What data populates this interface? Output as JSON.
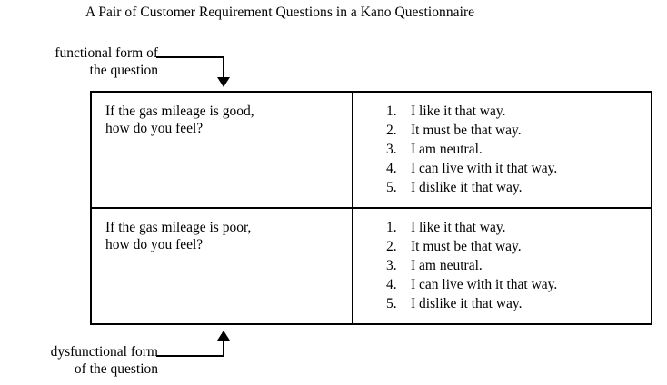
{
  "figure": {
    "title": "A Pair of Customer Requirement Questions in a Kano Questionnaire",
    "background_color": "#ffffff",
    "line_color": "#000000",
    "text_color": "#000000"
  },
  "annotations": {
    "functional": {
      "line1": "functional form of",
      "line2": "the question",
      "arrow_direction": "down",
      "points_to": "top-row"
    },
    "dysfunctional": {
      "line1": "dysfunctional form",
      "line2": "of the question",
      "arrow_direction": "up",
      "points_to": "bottom-row"
    }
  },
  "table": {
    "rows": [
      {
        "question": {
          "line1": "If the gas mileage is good,",
          "line2": "how do you feel?"
        },
        "answers": [
          {
            "num": "1.",
            "text": "I like it that way."
          },
          {
            "num": "2.",
            "text": "It must be that way."
          },
          {
            "num": "3.",
            "text": "I am neutral."
          },
          {
            "num": "4.",
            "text": "I can live with it that way."
          },
          {
            "num": "5.",
            "text": "I dislike it that way."
          }
        ]
      },
      {
        "question": {
          "line1": "If the gas mileage is poor,",
          "line2": "how do you feel?"
        },
        "answers": [
          {
            "num": "1.",
            "text": "I like it that way."
          },
          {
            "num": "2.",
            "text": "It must be that way."
          },
          {
            "num": "3.",
            "text": "I am neutral."
          },
          {
            "num": "4.",
            "text": "I can live with it that way."
          },
          {
            "num": "5.",
            "text": "I dislike it that way."
          }
        ]
      }
    ]
  }
}
